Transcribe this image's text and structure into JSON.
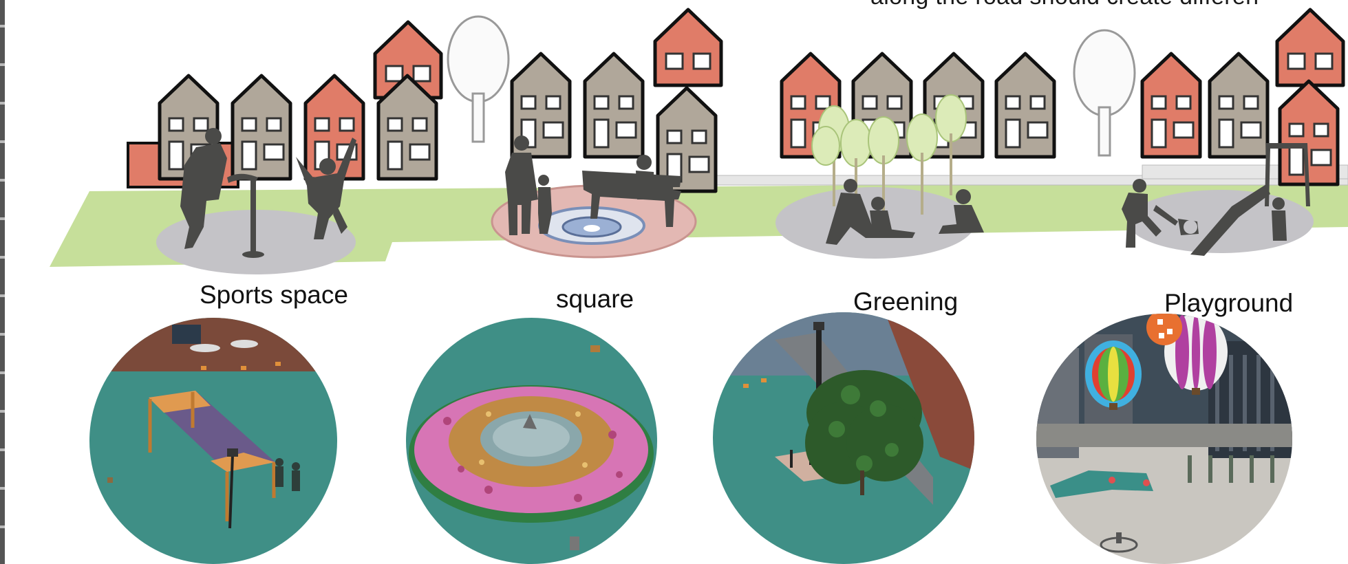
{
  "caption": {
    "top_text": "along the road should create differen"
  },
  "zones": [
    {
      "id": "sports",
      "label": "Sports space",
      "icon": "sports-silhouette-icon"
    },
    {
      "id": "square",
      "label": "square",
      "icon": "bench-silhouette-icon"
    },
    {
      "id": "greening",
      "label": "Greening",
      "icon": "tree-silhouette-icon"
    },
    {
      "id": "playground",
      "label": "Playground",
      "icon": "slide-silhouette-icon"
    }
  ],
  "colors": {
    "lawn": "#c6df9a",
    "plaza_grey": "#c4c3c7",
    "house_grey": "#b0a79a",
    "house_red": "#e07c68",
    "ground_teal": "#3f8f86",
    "silhouette": "#4a4a48"
  }
}
